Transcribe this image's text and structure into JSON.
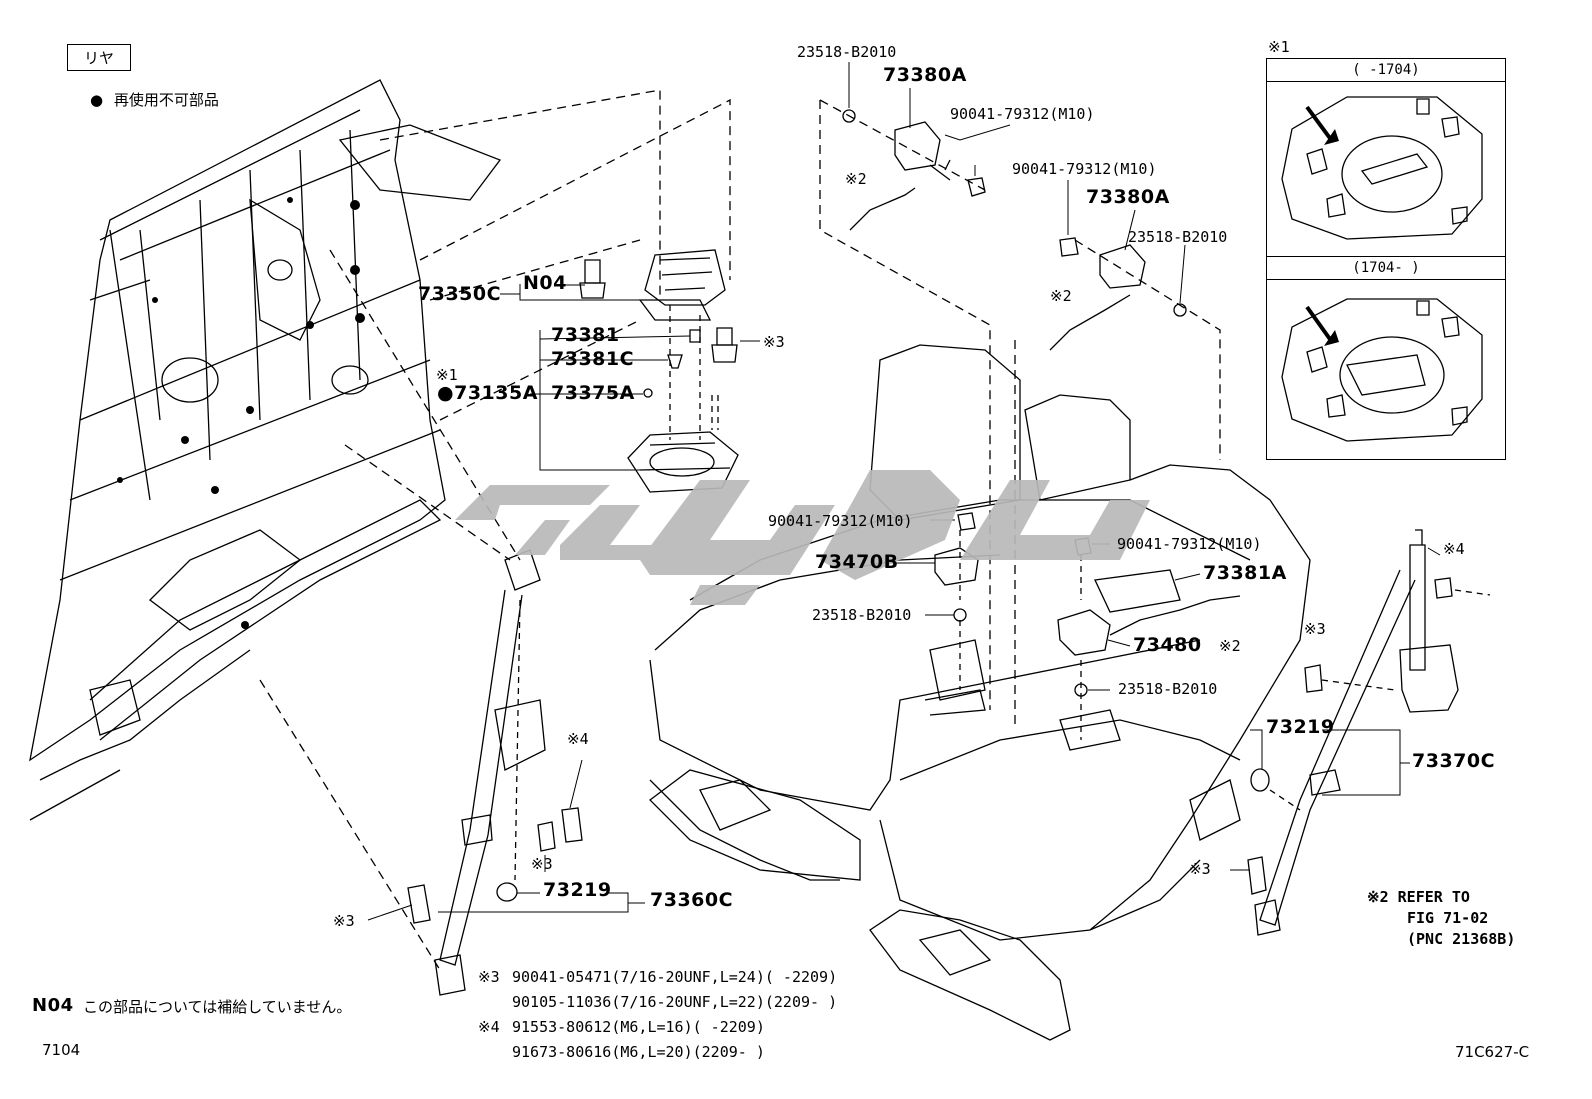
{
  "header": {
    "region_tag": "リヤ",
    "legend_text": "再使用不可部品"
  },
  "inset": {
    "marker": "※1",
    "panel_top_range": "(      -1704)",
    "panel_bottom_range": "(1704-      )"
  },
  "callouts": {
    "c_23518_top": "23518-B2010",
    "c_73380A_top": "73380A",
    "c_90041_top": "90041-79312(M10)",
    "c_ref2_top": "※2",
    "c_90041_mid": "90041-79312(M10)",
    "c_73380A_mid": "73380A",
    "c_23518_mid": "23518-B2010",
    "c_ref2_mid": "※2",
    "c_73350C": "73350C",
    "c_N04": "N04",
    "c_73381": "73381",
    "c_73381C": "73381C",
    "c_ref3_a": "※3",
    "c_ref1": "※1",
    "c_73135A": "73135A",
    "c_73375A": "73375A",
    "c_90041_center": "90041-79312(M10)",
    "c_73470B": "73470B",
    "c_23518_center": "23518-B2010",
    "c_90041_right": "90041-79312(M10)",
    "c_73381A": "73381A",
    "c_73480": "73480",
    "c_ref2_right": "※2",
    "c_23518_right": "23518-B2010",
    "c_ref4_right": "※4",
    "c_ref3_right": "※3",
    "c_73219_right": "73219",
    "c_73370C": "73370C",
    "c_ref3_lower_right": "※3",
    "c_ref4_left": "※4",
    "c_ref3_left": "※3",
    "c_73219_left": "73219",
    "c_73360C": "73360C",
    "c_ref3_far_left": "※3"
  },
  "refer_note": {
    "line1": "※2 REFER TO",
    "line2": "FIG 71-02",
    "line3": "(PNC 21368B)"
  },
  "footnotes": {
    "n04_code": "N04",
    "n04_text": "この部品については補給していません。",
    "ref3_mark": "※3",
    "ref3_line1": "90041-05471(7/16-20UNF,L=24)(       -2209)",
    "ref3_line2": "90105-11036(7/16-20UNF,L=22)(2209-       )",
    "ref4_mark": "※4",
    "ref4_line1": "91553-80612(M6,L=16)(       -2209)",
    "ref4_line2": "91673-80616(M6,L=20)(2209-       )"
  },
  "page_codes": {
    "figure_no": "7104",
    "illustration_id": "71C627-C"
  },
  "colors": {
    "line": "#000000",
    "watermark": "#b9b9b9",
    "background": "#ffffff"
  }
}
